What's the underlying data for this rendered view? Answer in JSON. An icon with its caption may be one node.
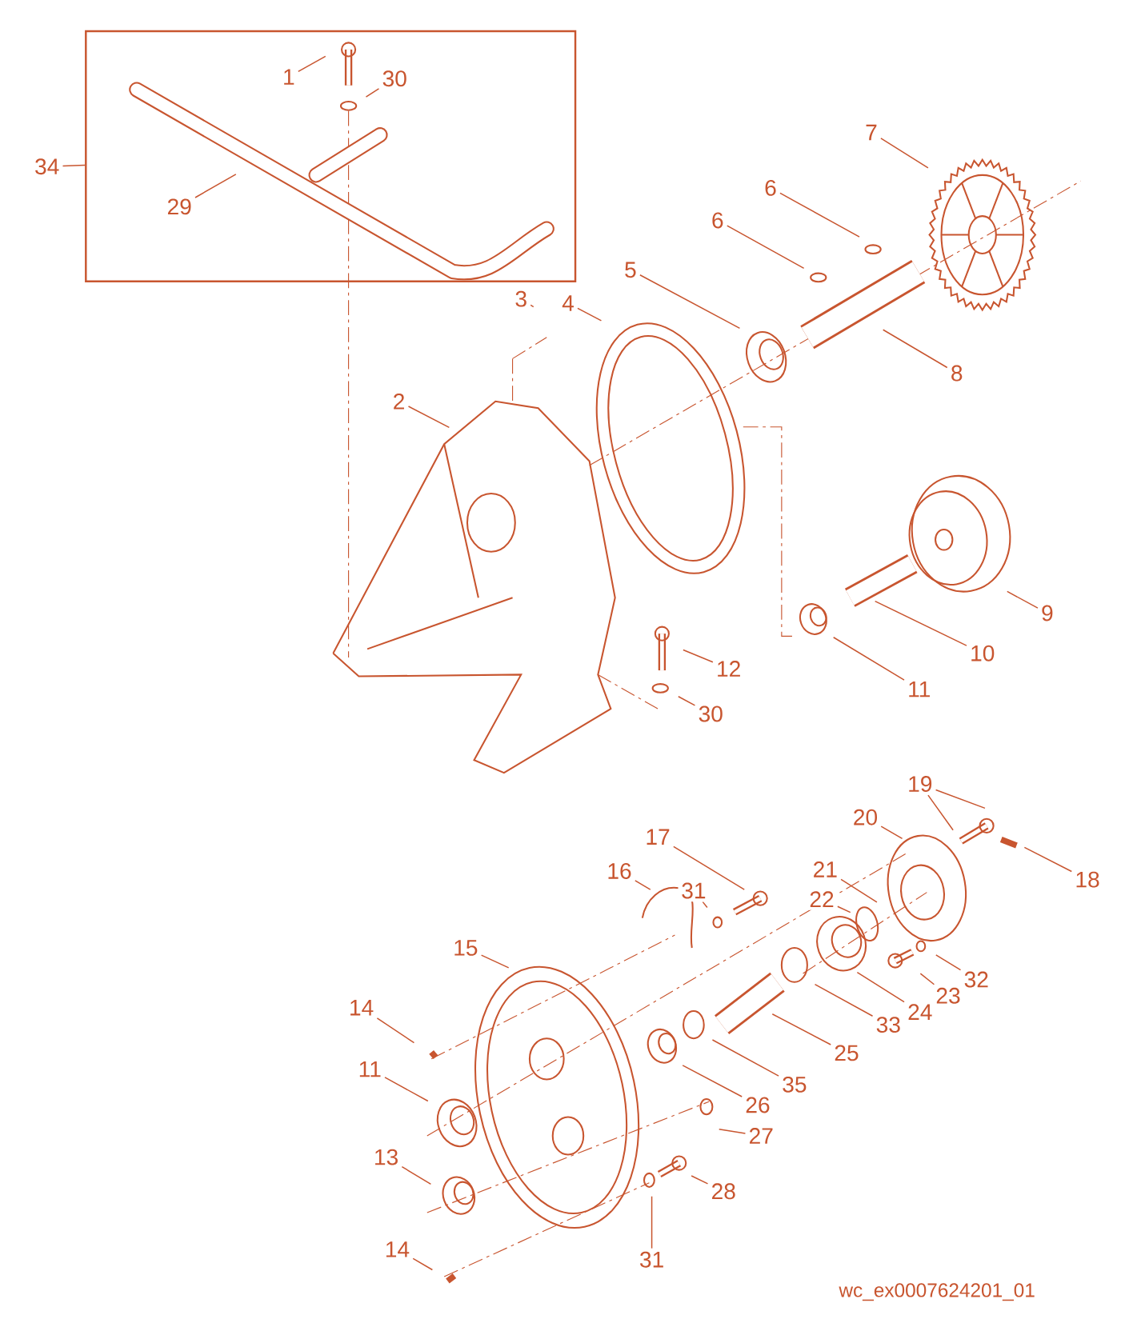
{
  "diagram": {
    "nodes": [
      {
        "text": [],
        "shape": "box"
      },
      {
        "text": [
          "1"
        ],
        "in": 0
      },
      {
        "text": [
          "30"
        ],
        "in": 0
      },
      {
        "text": [
          "34"
        ]
      },
      {
        "text": [
          "29"
        ],
        "in": 0
      },
      {
        "text": [
          "7"
        ]
      },
      {
        "text": [
          "6"
        ]
      },
      {
        "text": [
          "6"
        ]
      },
      {
        "text": [
          "5"
        ]
      },
      {
        "text": [
          "3"
        ]
      },
      {
        "text": [
          "4"
        ]
      },
      {
        "text": [
          "8"
        ]
      },
      {
        "text": [
          "2"
        ]
      },
      {
        "text": [
          "9"
        ]
      },
      {
        "text": [
          "10"
        ]
      },
      {
        "text": [
          "12"
        ]
      },
      {
        "text": [
          "11"
        ]
      },
      {
        "text": [
          "30"
        ]
      },
      {
        "text": [
          "19"
        ]
      },
      {
        "text": [
          "20"
        ]
      },
      {
        "text": [
          "17"
        ]
      },
      {
        "text": [
          "18"
        ]
      },
      {
        "text": [
          "21"
        ]
      },
      {
        "text": [
          "16"
        ]
      },
      {
        "text": [
          "31"
        ]
      },
      {
        "text": [
          "22"
        ]
      },
      {
        "text": [
          "15"
        ]
      },
      {
        "text": [
          "32"
        ]
      },
      {
        "text": [
          "14"
        ]
      },
      {
        "text": [
          "23"
        ]
      },
      {
        "text": [
          "24"
        ]
      },
      {
        "text": [
          "33"
        ]
      },
      {
        "text": [
          "25"
        ]
      },
      {
        "text": [
          "11"
        ]
      },
      {
        "text": [
          "35"
        ]
      },
      {
        "text": [
          "26"
        ]
      },
      {
        "text": [
          "27"
        ]
      },
      {
        "text": [
          "13"
        ]
      },
      {
        "text": [
          "28"
        ]
      },
      {
        "text": [
          "14"
        ]
      },
      {
        "text": [
          "31"
        ]
      }
    ],
    "edges": [
      {
        "from": 1,
        "to": null,
        "arrow": "none"
      },
      {
        "from": 2,
        "to": null,
        "arrow": "none"
      },
      {
        "from": 3,
        "to": 0,
        "arrow": "none"
      },
      {
        "from": 4,
        "to": null,
        "arrow": "none"
      },
      {
        "from": 5,
        "to": null,
        "arrow": "none"
      },
      {
        "from": 6,
        "to": null,
        "arrow": "none"
      },
      {
        "from": 7,
        "to": null,
        "arrow": "none"
      },
      {
        "from": 8,
        "to": null,
        "arrow": "none"
      },
      {
        "from": 9,
        "to": null,
        "arrow": "none"
      },
      {
        "from": 10,
        "to": null,
        "arrow": "none"
      },
      {
        "from": 11,
        "to": null,
        "arrow": "none"
      },
      {
        "from": 12,
        "to": null,
        "arrow": "none"
      },
      {
        "from": 13,
        "to": null,
        "arrow": "none"
      },
      {
        "from": 14,
        "to": null,
        "arrow": "none"
      },
      {
        "from": 15,
        "to": null,
        "arrow": "none"
      },
      {
        "from": 16,
        "to": null,
        "arrow": "none"
      },
      {
        "from": 17,
        "to": null,
        "arrow": "none"
      },
      {
        "from": 18,
        "to": null,
        "arrow": "none"
      },
      {
        "from": 18,
        "to": null,
        "arrow": "none"
      },
      {
        "from": 19,
        "to": null,
        "arrow": "none"
      },
      {
        "from": 20,
        "to": null,
        "arrow": "none"
      },
      {
        "from": 21,
        "to": null,
        "arrow": "none"
      },
      {
        "from": 22,
        "to": null,
        "arrow": "none"
      },
      {
        "from": 23,
        "to": null,
        "arrow": "none"
      },
      {
        "from": 24,
        "to": null,
        "arrow": "none"
      },
      {
        "from": 25,
        "to": null,
        "arrow": "none"
      },
      {
        "from": 26,
        "to": null,
        "arrow": "none"
      },
      {
        "from": 27,
        "to": null,
        "arrow": "none"
      },
      {
        "from": 28,
        "to": null,
        "arrow": "none"
      },
      {
        "from": 29,
        "to": null,
        "arrow": "none"
      },
      {
        "from": 30,
        "to": null,
        "arrow": "none"
      },
      {
        "from": 31,
        "to": null,
        "arrow": "none"
      },
      {
        "from": 32,
        "to": null,
        "arrow": "none"
      },
      {
        "from": 33,
        "to": null,
        "arrow": "none"
      },
      {
        "from": 34,
        "to": null,
        "arrow": "none"
      },
      {
        "from": 35,
        "to": null,
        "arrow": "none"
      },
      {
        "from": 36,
        "to": null,
        "arrow": "none"
      },
      {
        "from": 37,
        "to": null,
        "arrow": "none"
      },
      {
        "from": 38,
        "to": null,
        "arrow": "none"
      },
      {
        "from": 39,
        "to": null,
        "arrow": "none"
      },
      {
        "from": 40,
        "to": null,
        "arrow": "none"
      }
    ],
    "labels": [
      "wc_ex0007624201_01"
    ]
  }
}
